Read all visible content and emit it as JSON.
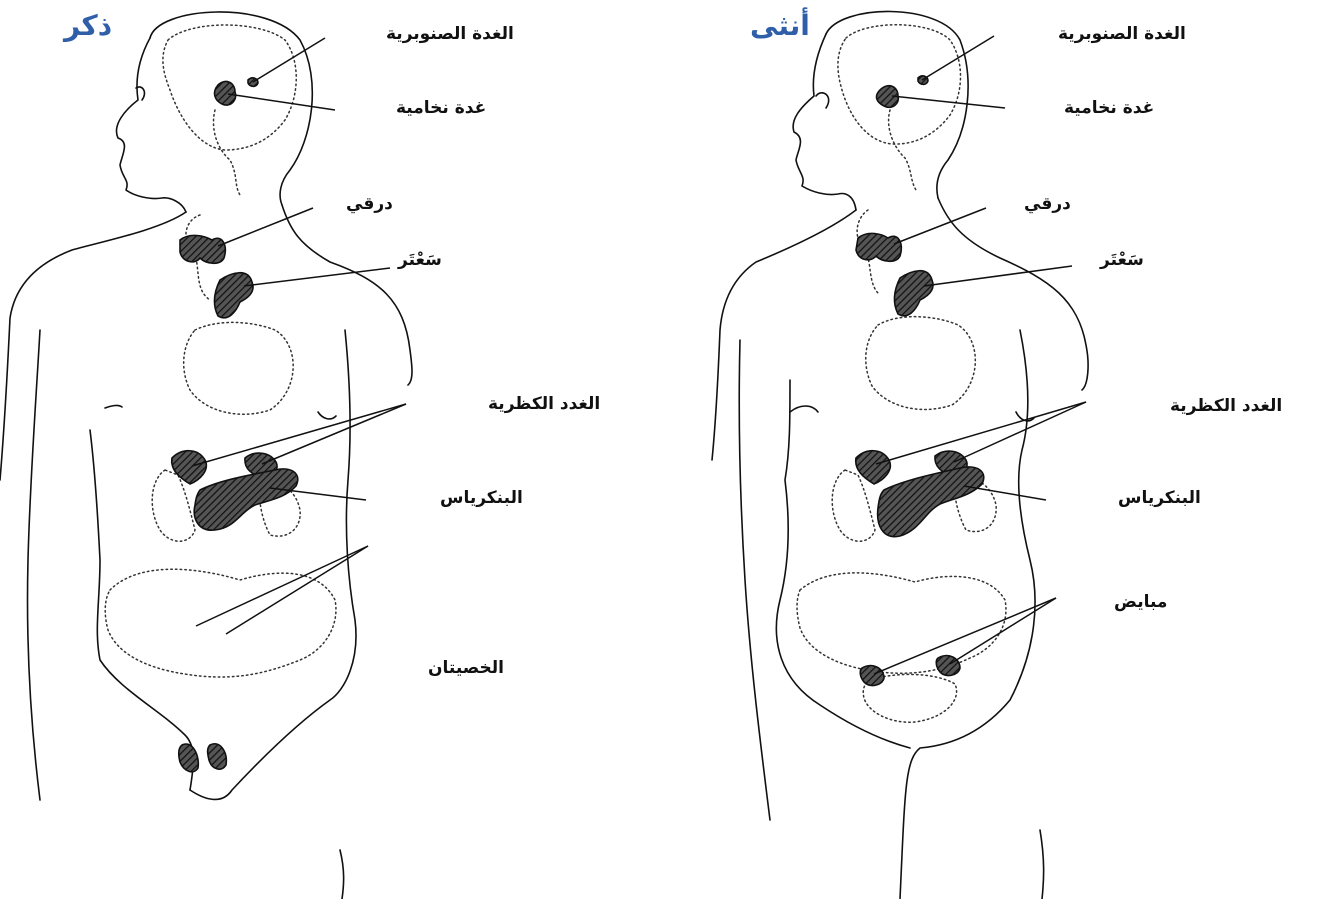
{
  "male": {
    "title": "ذكر",
    "labels": {
      "pineal": "الغدة الصنوبرية",
      "pituitary": "غدة نخامية",
      "thyroid": "درقي",
      "thymus": "سَعْتَر",
      "adrenal": "الغدد الكظرية",
      "pancreas": "البنكرياس",
      "testes": "الخصيتان"
    }
  },
  "female": {
    "title": "أنثى",
    "labels": {
      "pineal": "الغدة الصنوبرية",
      "pituitary": "غدة نخامية",
      "thyroid": "درقي",
      "thymus": "سَعْتَر",
      "adrenal": "الغدد الكظرية",
      "pancreas": "البنكرياس",
      "ovaries": "مبايض"
    }
  },
  "colors": {
    "title": "#2f5fa8",
    "ink": "#111111"
  }
}
